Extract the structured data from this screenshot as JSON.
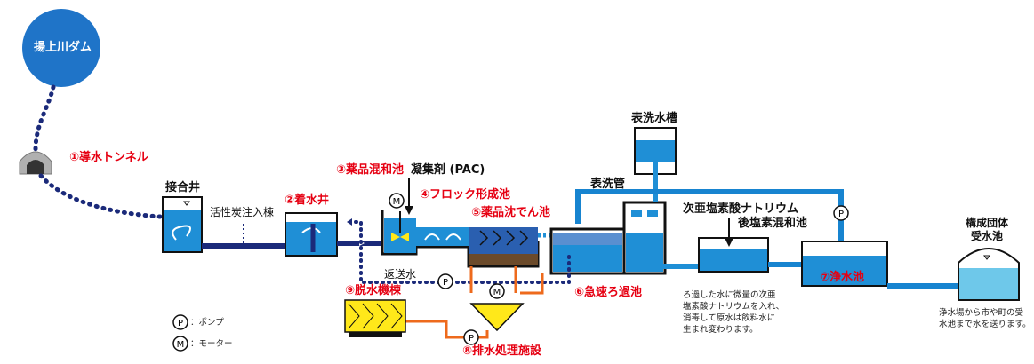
{
  "dam": {
    "label": "揚上川ダム"
  },
  "labels": {
    "tunnel": "①導水トンネル",
    "setsugoi": "接合井",
    "carbon": "活性炭注入棟",
    "chakusui": "②着水井",
    "yakuhin_mix": "③薬品混和池",
    "coagulant": "凝集剤 (PAC)",
    "floc": "④フロック形成池",
    "settle": "⑤薬品沈でん池",
    "return_water": "返送水",
    "dewater": "⑨脱水機棟",
    "drain": "⑧排水処理施設",
    "rapid_filter": "⑥急速ろ過池",
    "backwash_tank": "表洗水槽",
    "backwash_pipe": "表洗管",
    "hypochlorite": "次亜塩素酸ナトリウム",
    "post_chlorine": "後塩素混和池",
    "clear_well": "⑦浄水池",
    "receiver": "構成団体\n受水池"
  },
  "legend": {
    "pump_symbol": "P",
    "pump_text": "：ポンプ",
    "motor_symbol": "M",
    "motor_text": "：モーター"
  },
  "notes": {
    "chlorine_note": [
      "ろ過した水に微量の次亜",
      "塩素酸ナトリウムを入れ、",
      "消毒して原水は飲料水に",
      "生まれ変わります。"
    ],
    "delivery_note": [
      "浄水場から市や町の受",
      "水池まで水を送ります。"
    ]
  },
  "colors": {
    "water_blue": "#1f8fd6",
    "dark_navy": "#1b2a7a",
    "deep_blue": "#1a5fb4",
    "pipe_blue": "#1784d0",
    "orange": "#ee6a1c",
    "sludge": "#6b4a2a",
    "yellow": "#ffe81a",
    "red_text": "#e60012"
  }
}
